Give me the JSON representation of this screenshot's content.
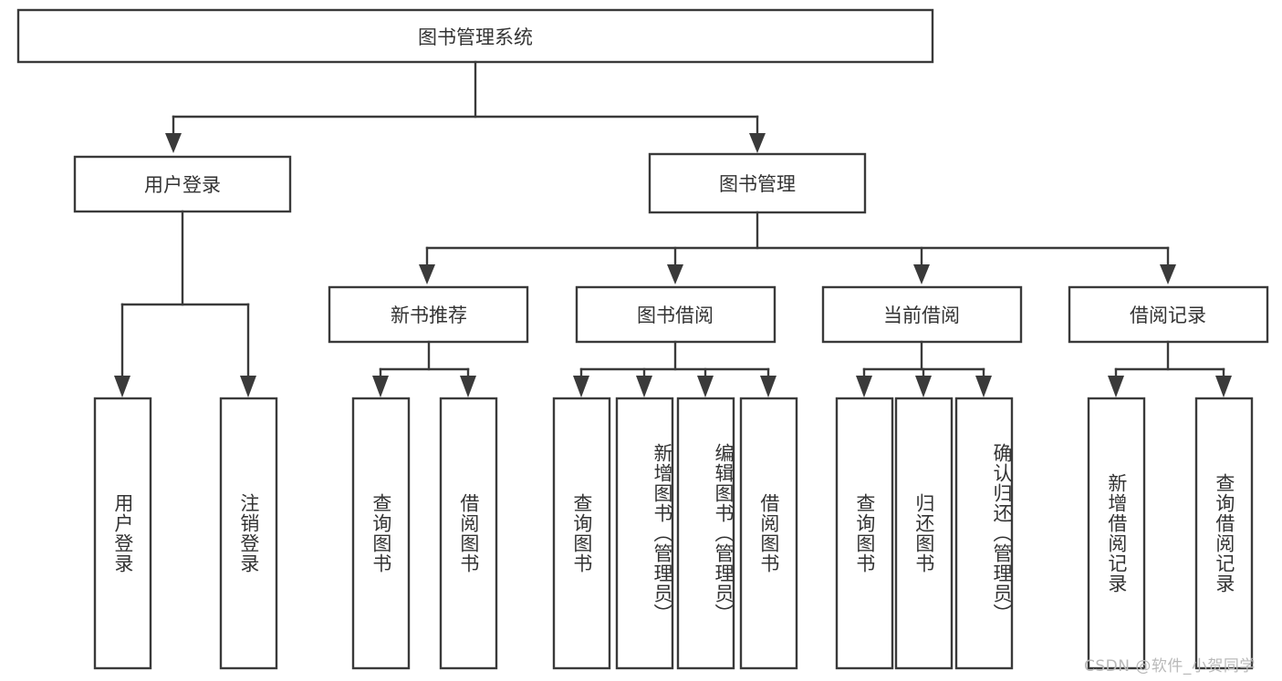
{
  "diagram": {
    "type": "tree",
    "title": "图书管理系统",
    "root": {
      "label": "图书管理系统"
    },
    "level2": [
      {
        "label": "用户登录"
      },
      {
        "label": "图书管理"
      }
    ],
    "level3": [
      {
        "label": "新书推荐"
      },
      {
        "label": "图书借阅"
      },
      {
        "label": "当前借阅"
      },
      {
        "label": "借阅记录"
      }
    ],
    "leaves": {
      "user_login": [
        {
          "label": "用户登录"
        },
        {
          "label": "注销登录"
        }
      ],
      "new_book_recommend": [
        {
          "label": "查询图书"
        },
        {
          "label": "借阅图书"
        }
      ],
      "book_borrow": [
        {
          "label": "查询图书"
        },
        {
          "label": "新增图书（管理员）"
        },
        {
          "label": "编辑图书（管理员）"
        },
        {
          "label": "借阅图书"
        }
      ],
      "current_borrow": [
        {
          "label": "查询图书"
        },
        {
          "label": "归还图书"
        },
        {
          "label": "确认归还（管理员）"
        }
      ],
      "borrow_record": [
        {
          "label": "新增借阅记录"
        },
        {
          "label": "查询借阅记录"
        }
      ]
    },
    "colors": {
      "stroke": "#3a3a3a",
      "fill": "#ffffff",
      "text": "#333333",
      "watermark": "#b9b9b9"
    }
  },
  "watermark": {
    "text": "CSDN @软件_小贺同学"
  }
}
